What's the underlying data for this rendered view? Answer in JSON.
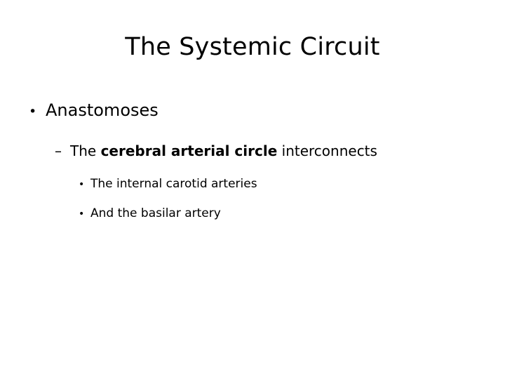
{
  "slide": {
    "title": "The Systemic Circuit",
    "background_color": "#ffffff",
    "text_color": "#000000",
    "bullets": [
      {
        "level": 1,
        "marker": "•",
        "marker_name": "disc-bullet",
        "text": "Anastomoses"
      },
      {
        "level": 2,
        "marker": "–",
        "marker_name": "dash-bullet",
        "text_before": "The ",
        "text_bold": "cerebral arterial circle",
        "text_after": " interconnects"
      },
      {
        "level": 3,
        "marker": "•",
        "marker_name": "disc-bullet",
        "text": "The internal carotid arteries"
      },
      {
        "level": 3,
        "marker": "•",
        "marker_name": "disc-bullet",
        "text": "And the basilar artery"
      }
    ]
  }
}
